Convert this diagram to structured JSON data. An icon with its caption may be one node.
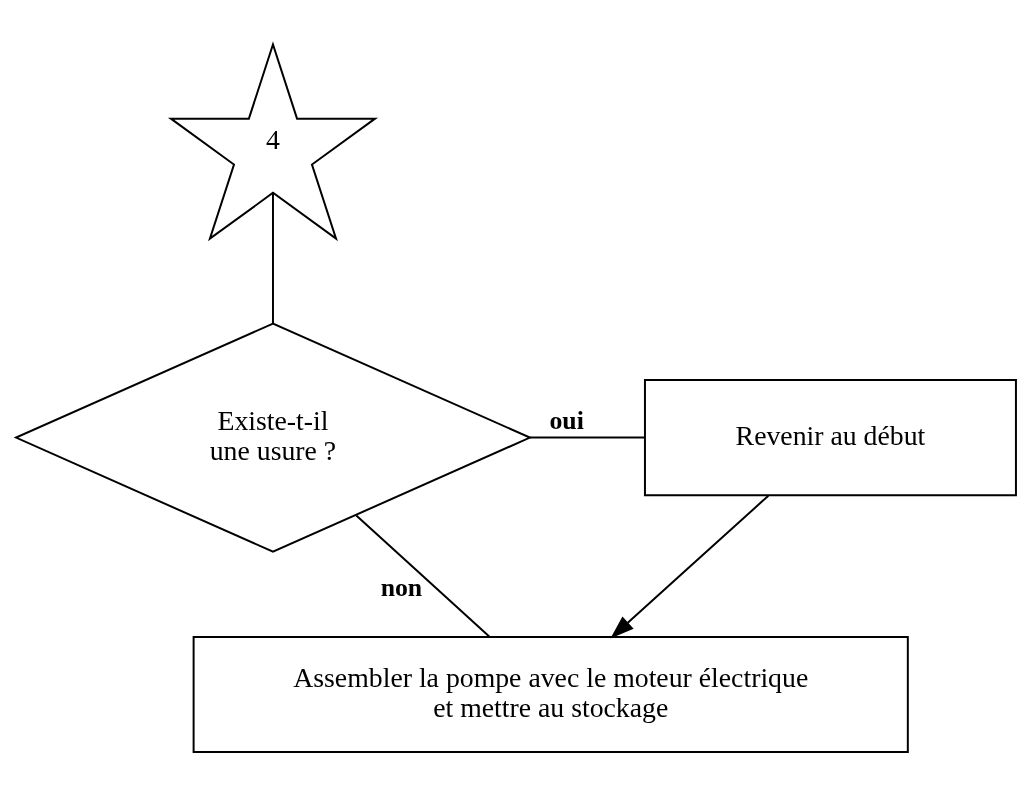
{
  "diagram": {
    "nodes": [
      {
        "text": [
          "4"
        ]
      },
      {
        "text": [
          "Existe-t-il une usure ?"
        ]
      },
      {
        "text": [
          "Revenir au début"
        ]
      },
      {
        "text": [
          "Assembler la pompe avec le moteur électrique et mettre au stockage"
        ]
      }
    ],
    "edges": [
      {
        "from": 0,
        "to": 1,
        "arrow": "none"
      },
      {
        "from": 1,
        "to": 2,
        "arrow": "none",
        "label": "oui"
      },
      {
        "from": 1,
        "to": 3,
        "arrow": "none",
        "label": "non"
      },
      {
        "from": 2,
        "to": 3,
        "arrow": "to"
      }
    ]
  }
}
